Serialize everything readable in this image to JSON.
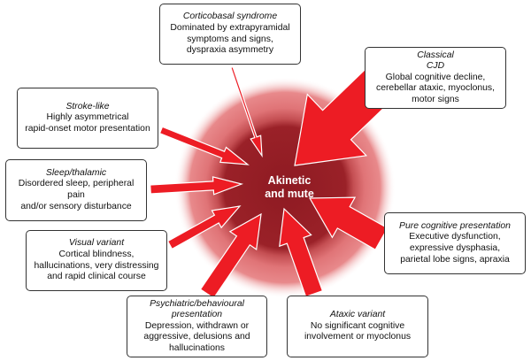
{
  "diagram": {
    "center": {
      "line1": "Akinetic",
      "line2": "and mute"
    },
    "colors": {
      "arrow": "#ed1c24",
      "arrow_outline": "#ffffff",
      "center_dark": "#8e1a22",
      "center_mid": "#b0393f",
      "center_light": "#e37a7c",
      "box_border": "#333333"
    },
    "nodes": [
      {
        "id": "corticobasal",
        "title": "Corticobasal syndrome",
        "lines": [
          "Dominated by extrapyramidal",
          "symptoms and signs,",
          "dyspraxia asymmetry"
        ]
      },
      {
        "id": "classical",
        "title_lines": [
          "Classical",
          "CJD"
        ],
        "lines": [
          "Global cognitive decline,",
          "cerebellar ataxic, myoclonus,",
          "motor signs"
        ]
      },
      {
        "id": "stroke-like",
        "title": "Stroke-like",
        "lines": [
          "Highly asymmetrical",
          "rapid-onset motor presentation"
        ]
      },
      {
        "id": "sleep-thalamic",
        "title": "Sleep/thalamic",
        "lines": [
          "Disordered sleep, peripheral pain",
          "and/or sensory disturbance"
        ]
      },
      {
        "id": "visual",
        "title": "Visual variant",
        "lines": [
          "Cortical blindness,",
          "hallucinations, very distressing",
          "and rapid clinical course"
        ]
      },
      {
        "id": "psychiatric",
        "title_lines": [
          "Psychiatric/behavioural",
          "presentation"
        ],
        "lines": [
          "Depression, withdrawn or",
          "aggressive, delusions and",
          "hallucinations"
        ]
      },
      {
        "id": "ataxic",
        "title": "Ataxic variant",
        "lines": [
          "No significant cognitive",
          "involvement or myoclonus"
        ]
      },
      {
        "id": "pure-cognitive",
        "title": "Pure cognitive presentation",
        "lines": [
          "Executive dysfunction,",
          "expressive dysphasia,",
          "parietal lobe signs, apraxia"
        ]
      }
    ]
  }
}
